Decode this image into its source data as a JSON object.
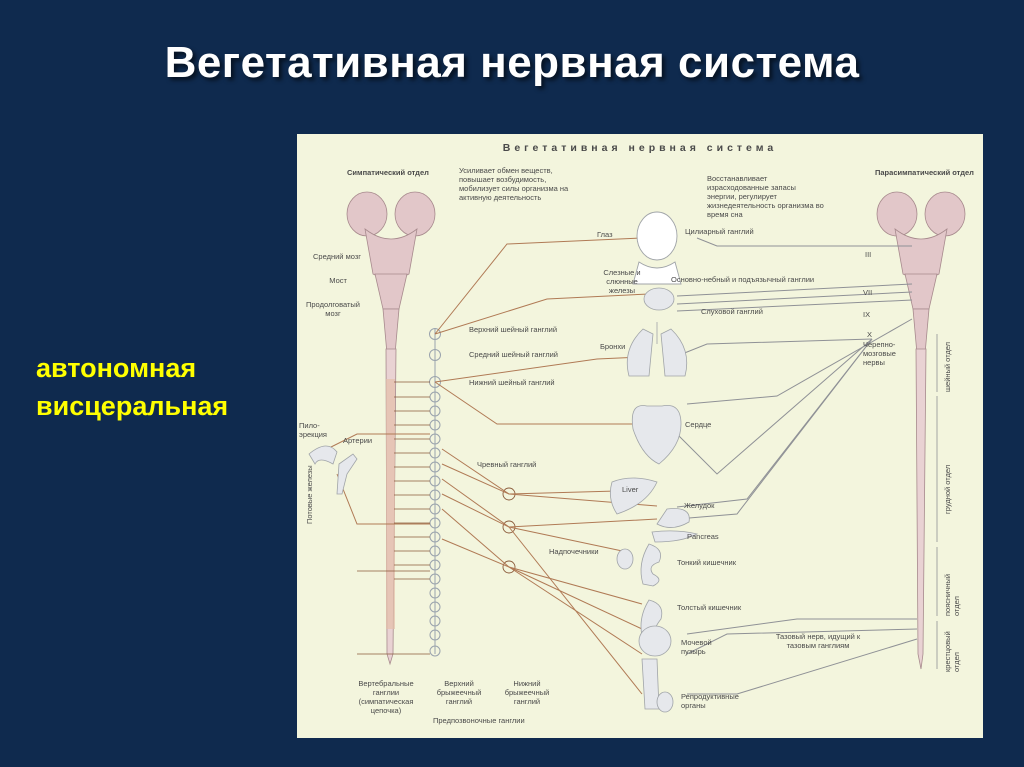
{
  "slide": {
    "title": "Вегетативная нервная система",
    "terms": [
      "автономная",
      "висцеральная"
    ]
  },
  "diagram": {
    "title": "Вегетативная нервная система",
    "sympathetic": {
      "heading": "Симпатический отдел",
      "description": "Усиливает обмен веществ, повышает возбудимость, мобилизует силы организма на активную деятельность"
    },
    "parasympathetic": {
      "heading": "Парасимпатический отдел",
      "description": "Восстанавливает израсходованные запасы энергии, регулирует жизнедеятельность организма во время сна"
    },
    "brain_parts": {
      "midbrain": "Средний мозг",
      "pons": "Мост",
      "medulla": "Продолговатый мозг"
    },
    "ganglia": {
      "superior_cervical": "Верхний шейный ганглий",
      "middle_cervical": "Средний шейный ганглий",
      "inferior_cervical": "Нижний шейный ганглий",
      "celiac": "Чревный ганглий",
      "ciliary": "Цилиарный ганглий",
      "pterygopalatine": "Основно-небный и подъязычный ганглии",
      "otic": "Слуховой ганглий",
      "vertebral": "Вертебральные ганглии (симпатическая цепочка)",
      "superior_mesenteric": "Верхний брыжеечный ганглий",
      "inferior_mesenteric": "Нижний брыжеечный ганглий",
      "prevertebral": "Предпозвоночные ганглии"
    },
    "organs": {
      "eye": "Глаз",
      "glands": "Слезные и слюнные железы",
      "bronchi": "Бронхи",
      "heart": "Сердце",
      "liver": "Liver",
      "stomach": "Желудок",
      "pancreas": "Pancreas",
      "adrenals": "Надпочечники",
      "small_intestine": "Тонкий кишечник",
      "large_intestine": "Толстый кишечник",
      "bladder": "Мочевой пузырь",
      "reproductive": "Репродуктивные органы",
      "arteries": "Артерии",
      "piloerection": "Пило-эрекция",
      "sweat_glands": "Потовые железы"
    },
    "cranial_nerves": {
      "n3": "III",
      "n7": "VII",
      "n9": "IX",
      "n10": "X",
      "label": "Черепно-мозговые нервы"
    },
    "pelvic_nerve": "Тазовый нерв, идущий к тазовым ганглиям",
    "spinal_sections": {
      "cervical": "шейный отдел",
      "thoracic": "грудной отдел",
      "lumbar": "поясничный отдел",
      "sacral": "крестцовый отдел"
    }
  }
}
